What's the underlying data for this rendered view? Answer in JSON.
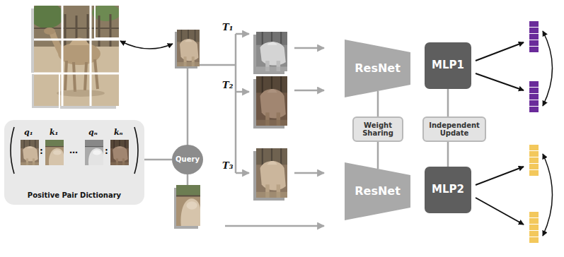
{
  "diagram": {
    "nodes": [
      {
        "text": [
          "Positive Pair Dictionary"
        ]
      },
      {
        "text": [
          "Query"
        ]
      },
      {
        "text": [
          "ResNet"
        ]
      },
      {
        "text": [
          "ResNet"
        ]
      },
      {
        "text": [
          "MLP1"
        ]
      },
      {
        "text": [
          "MLP2"
        ]
      },
      {
        "text": [
          "Weight Sharing"
        ]
      },
      {
        "text": [
          "Independent Update"
        ]
      }
    ],
    "edges": [
      {
        "from": 0,
        "to": 1,
        "arrow": "none"
      },
      {
        "from": 2,
        "to": 6,
        "arrow": "none"
      },
      {
        "from": 6,
        "to": 3,
        "arrow": "none"
      },
      {
        "from": 4,
        "to": 7,
        "arrow": "none"
      },
      {
        "from": 7,
        "to": 5,
        "arrow": "none"
      }
    ],
    "labels": [
      "T₁",
      "T₂",
      "T₃",
      "q₁",
      ":",
      "k₁",
      "…",
      "qₙ",
      ":",
      "kₙ"
    ]
  }
}
